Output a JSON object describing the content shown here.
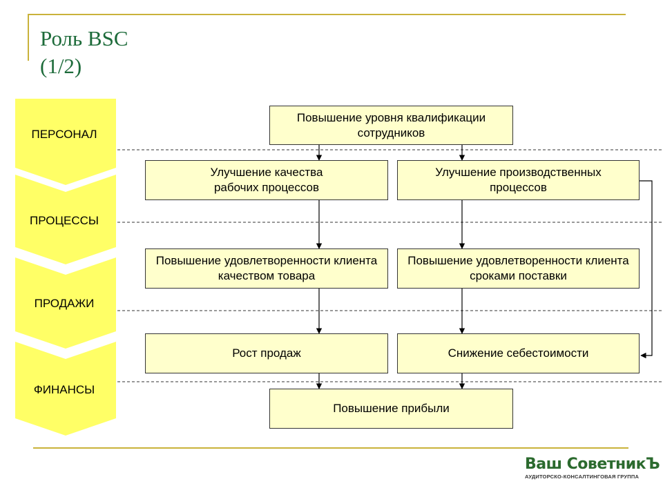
{
  "slide": {
    "title_line1": "Роль BSC",
    "title_line2": "(1/2)"
  },
  "lanes": [
    {
      "label": "ПЕРСОНАЛ"
    },
    {
      "label": "ПРОЦЕССЫ"
    },
    {
      "label": "ПРОДАЖИ"
    },
    {
      "label": "ФИНАНСЫ"
    }
  ],
  "boxes": {
    "staff_qualification": "Повышение уровня квалификации сотрудников",
    "work_process_quality": "Улучшение качества рабочих процессов",
    "production_processes": "Улучшение производственных процессов",
    "satisfaction_quality": "Повышение удовлетворенности клиента качеством товара",
    "satisfaction_delivery": "Повышение удовлетворенности клиента сроками поставки",
    "sales_growth": "Рост продаж",
    "cost_reduction": "Снижение себестоимости",
    "profit_increase": "Повышение прибыли"
  },
  "logo": {
    "name": "Ваш СоветникЪ",
    "tagline": "АУДИТОРСКО-КОНСАЛТИНГОВАЯ ГРУППА"
  },
  "colors": {
    "lane_fill": "#ffff66",
    "box_fill": "#ffffcc",
    "title": "#1d6b3a",
    "rule": "#c9b23a"
  }
}
